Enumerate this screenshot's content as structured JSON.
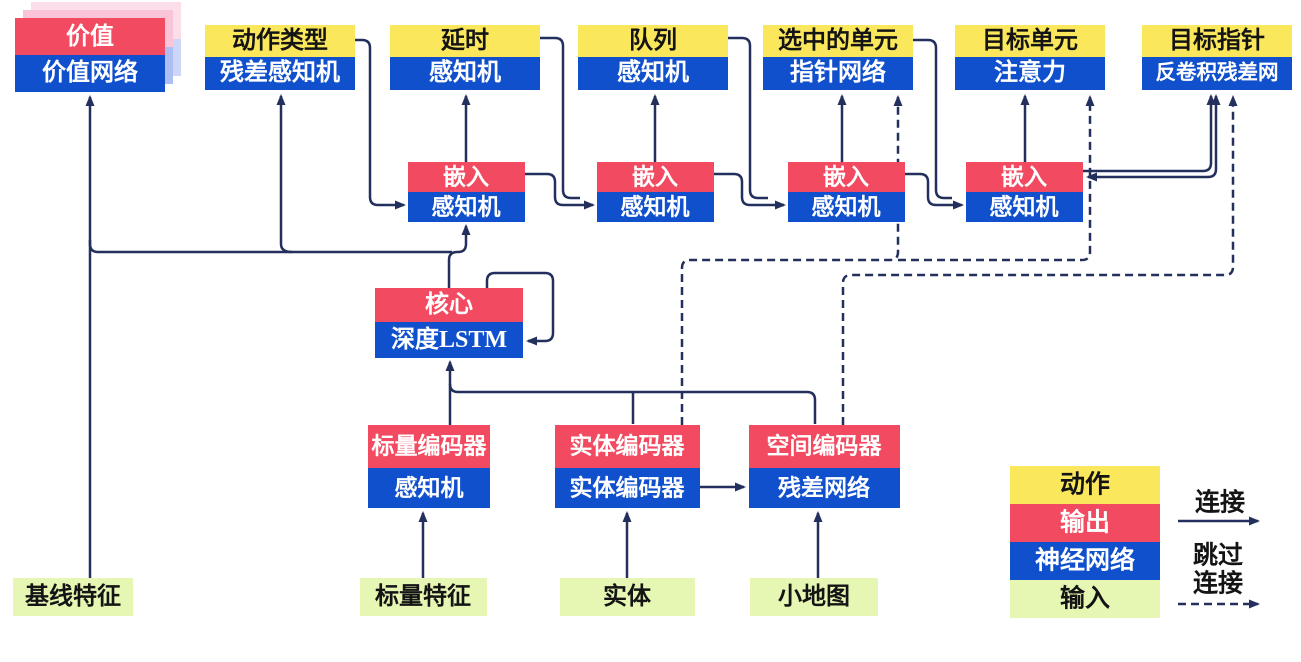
{
  "title": "AlphaStar-style agent architecture diagram (Chinese)",
  "colors": {
    "action_yellow": "#fbe75c",
    "output_red": "#f24b61",
    "nn_blue": "#1150cd",
    "input_green": "#e6f7b4",
    "shadow_pink_near": "#f9c3d8",
    "shadow_pink_far": "#fcdeeb",
    "shadow_blue_near": "#aebef2",
    "shadow_blue_far": "#ccd6f8",
    "line_navy": "#232f5c"
  },
  "heads": [
    {
      "top": "价值",
      "bottom": "价值网络"
    },
    {
      "top": "动作类型",
      "bottom": "残差感知机"
    },
    {
      "top": "延时",
      "bottom": "感知机"
    },
    {
      "top": "队列",
      "bottom": "感知机"
    },
    {
      "top": "选中的单元",
      "bottom": "指针网络"
    },
    {
      "top": "目标单元",
      "bottom": "注意力"
    },
    {
      "top": "目标指针",
      "bottom": "反卷积残差网"
    }
  ],
  "embeddings": [
    {
      "top": "嵌入",
      "bottom": "感知机"
    },
    {
      "top": "嵌入",
      "bottom": "感知机"
    },
    {
      "top": "嵌入",
      "bottom": "感知机"
    },
    {
      "top": "嵌入",
      "bottom": "感知机"
    }
  ],
  "core": {
    "top": "核心",
    "bottom": "深度LSTM"
  },
  "encoders": [
    {
      "top": "标量编码器",
      "bottom": "感知机"
    },
    {
      "top": "实体编码器",
      "bottom": "实体编码器"
    },
    {
      "top": "空间编码器",
      "bottom": "残差网络"
    }
  ],
  "inputs": [
    "基线特征",
    "标量特征",
    "实体",
    "小地图"
  ],
  "legend": {
    "items": [
      {
        "label": "动作",
        "type": "action"
      },
      {
        "label": "输出",
        "type": "output"
      },
      {
        "label": "神经网络",
        "type": "nn"
      },
      {
        "label": "输入",
        "type": "input"
      }
    ],
    "solid_label": "连接",
    "dashed_label_line1": "跳过",
    "dashed_label_line2": "连接"
  }
}
